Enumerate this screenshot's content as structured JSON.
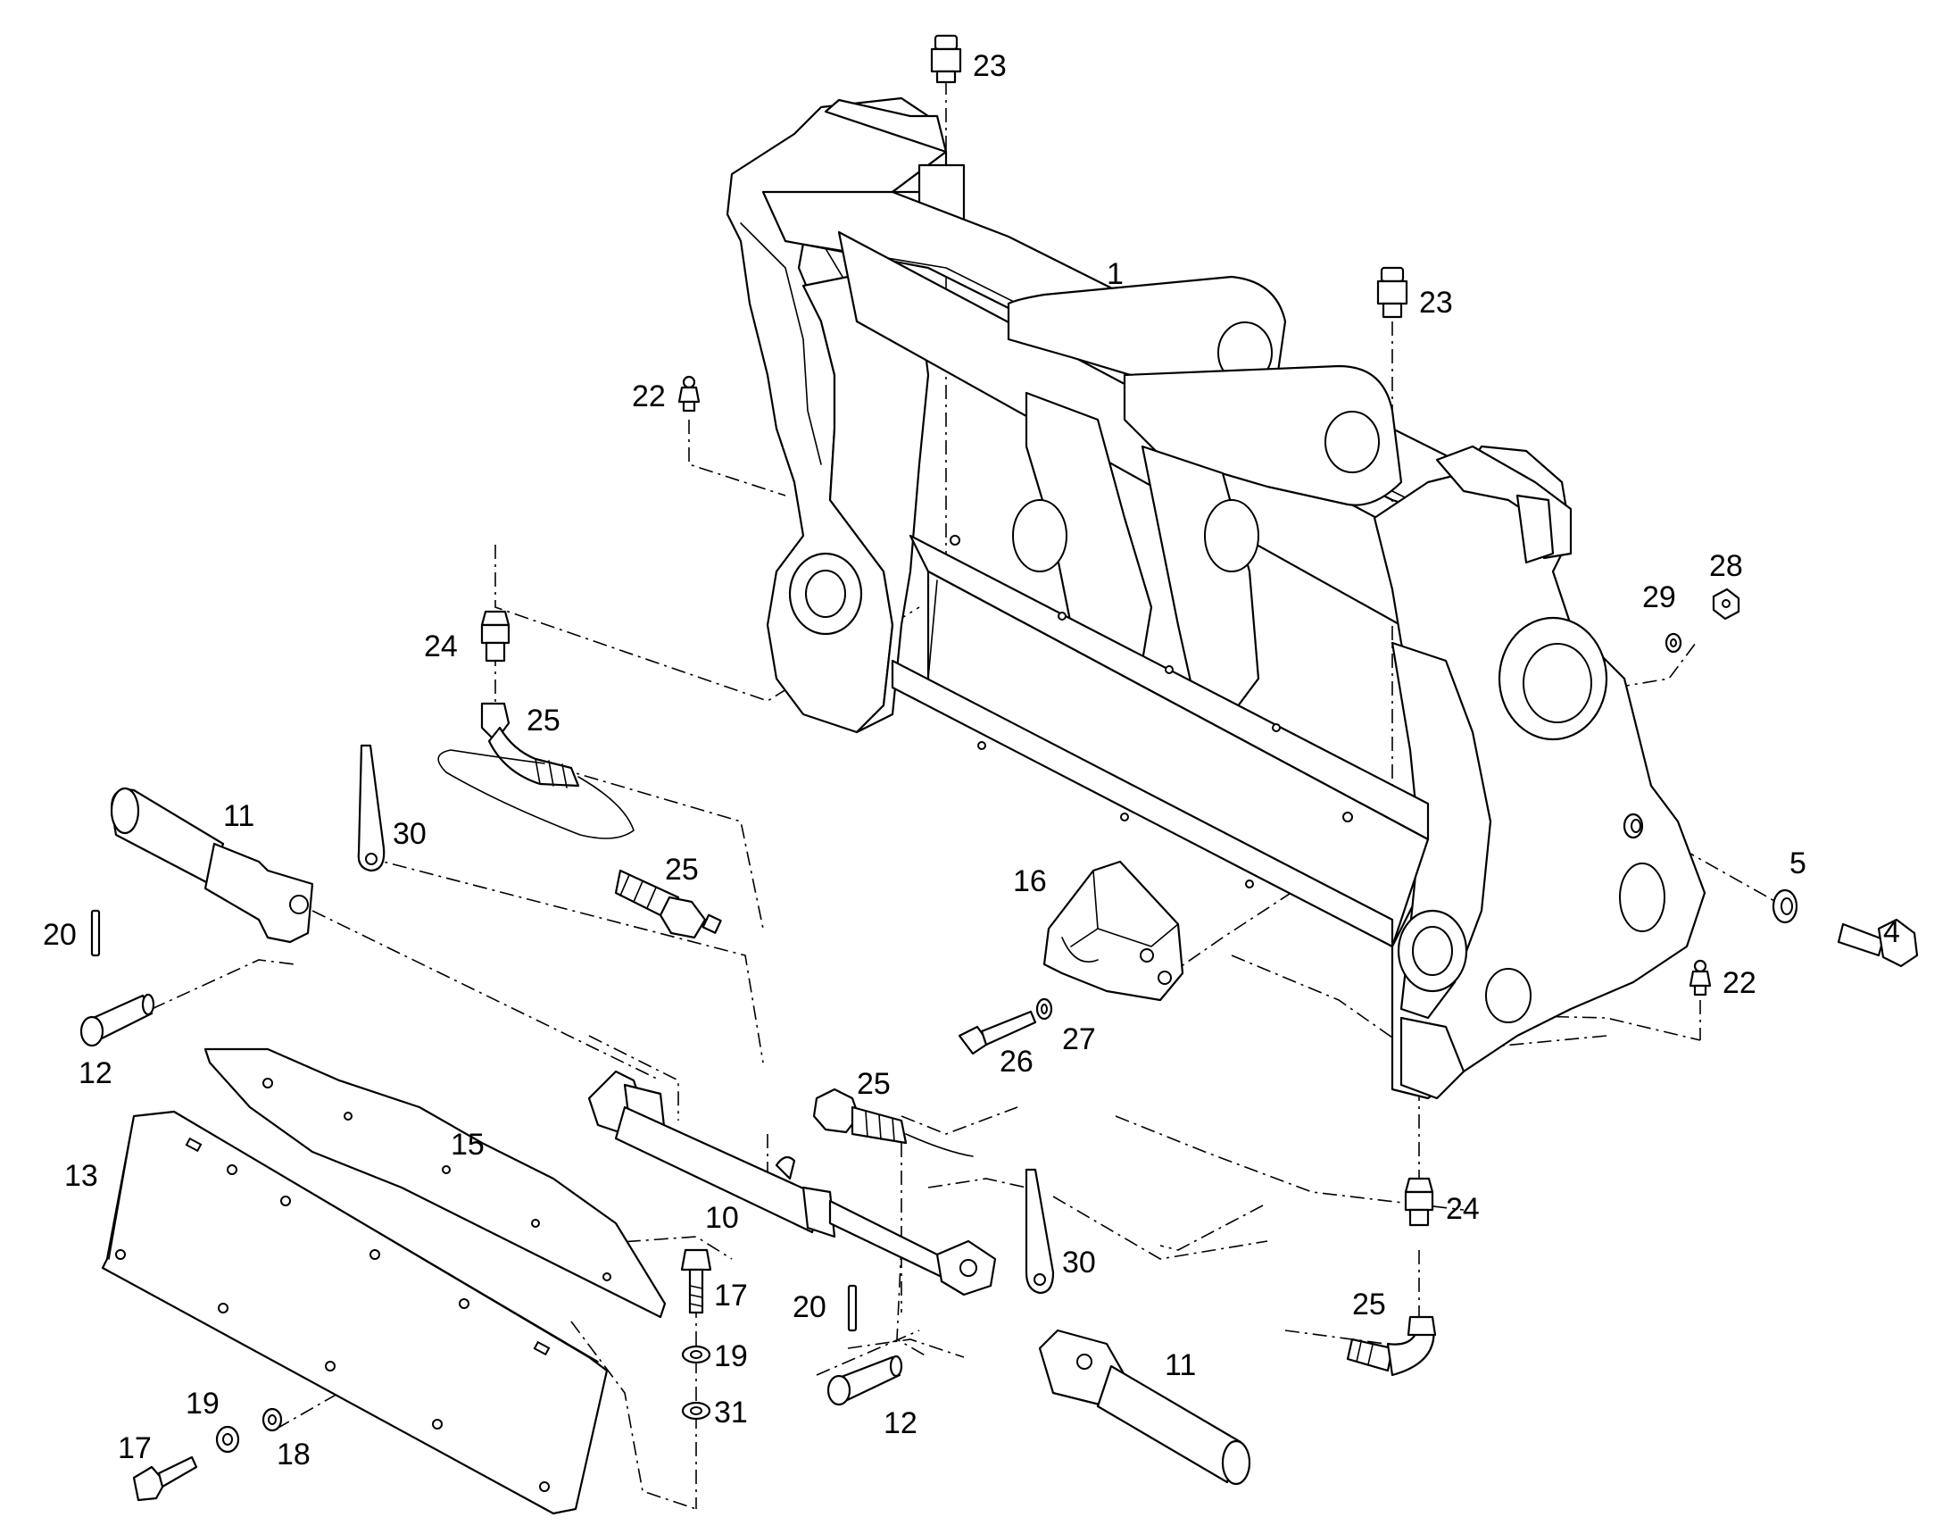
{
  "callouts": {
    "c1": "1",
    "c4": "4",
    "c5": "5",
    "c10": "10",
    "c11a": "11",
    "c11b": "11",
    "c12a": "12",
    "c12b": "12",
    "c13": "13",
    "c15": "15",
    "c16": "16",
    "c17a": "17",
    "c17b": "17",
    "c18": "18",
    "c19a": "19",
    "c19b": "19",
    "c20a": "20",
    "c20b": "20",
    "c22a": "22",
    "c22b": "22",
    "c23a": "23",
    "c23b": "23",
    "c24a": "24",
    "c24b": "24",
    "c25a": "25",
    "c25b": "25",
    "c25c": "25",
    "c25d": "25",
    "c26": "26",
    "c27": "27",
    "c28": "28",
    "c29": "29",
    "c30a": "30",
    "c30b": "30",
    "c31": "31"
  }
}
